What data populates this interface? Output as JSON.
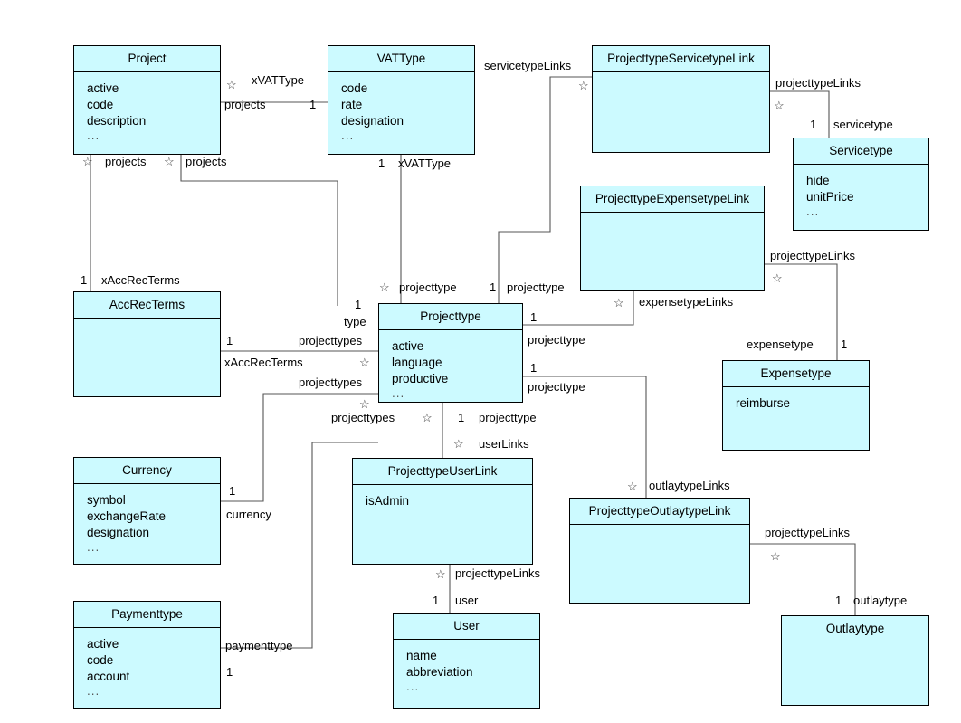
{
  "diagram": {
    "type": "uml-class-diagram",
    "colors": {
      "class_fill": "#ccfaff",
      "class_border": "#000000",
      "connector": "#555555",
      "background": "#ffffff",
      "text": "#000000"
    },
    "multiplicity_many": "☆",
    "classes": [
      {
        "id": "project",
        "name": "Project",
        "attributes": [
          "active",
          "code",
          "description",
          "..."
        ]
      },
      {
        "id": "vattype",
        "name": "VATType",
        "attributes": [
          "code",
          "rate",
          "designation",
          "..."
        ]
      },
      {
        "id": "ptsl",
        "name": "ProjecttypeServicetypeLink",
        "attributes": []
      },
      {
        "id": "servicetype",
        "name": "Servicetype",
        "attributes": [
          "hide",
          "unitPrice",
          "..."
        ]
      },
      {
        "id": "ptel",
        "name": "ProjecttypeExpensetypeLink",
        "attributes": []
      },
      {
        "id": "accrecterms",
        "name": "AccRecTerms",
        "attributes": []
      },
      {
        "id": "projecttype",
        "name": "Projecttype",
        "attributes": [
          "active",
          "language",
          "productive",
          "..."
        ]
      },
      {
        "id": "expensetype",
        "name": "Expensetype",
        "attributes": [
          "reimburse"
        ]
      },
      {
        "id": "currency",
        "name": "Currency",
        "attributes": [
          "symbol",
          "exchangeRate",
          "designation",
          "..."
        ]
      },
      {
        "id": "ptul",
        "name": "ProjecttypeUserLink",
        "attributes": [
          "isAdmin"
        ]
      },
      {
        "id": "ptol",
        "name": "ProjecttypeOutlaytypeLink",
        "attributes": []
      },
      {
        "id": "paymenttype",
        "name": "Paymenttype",
        "attributes": [
          "active",
          "code",
          "account",
          "..."
        ]
      },
      {
        "id": "user",
        "name": "User",
        "attributes": [
          "name",
          "abbreviation",
          "..."
        ]
      },
      {
        "id": "outlaytype",
        "name": "Outlaytype",
        "attributes": []
      }
    ],
    "labels": {
      "xvattype_top": "xVATType",
      "projects_vat": "projects",
      "one_vat": "1",
      "star_project_vat": "☆",
      "star_projects_a": "☆",
      "projects_a": "projects",
      "star_projects_b": "☆",
      "projects_b": "projects",
      "one_accrec": "1",
      "xaccrecterms_top": "xAccRecTerms",
      "one_vat_bottom": "1",
      "xvattype_bottom": "xVATType",
      "servicetypelinks": "servicetypeLinks",
      "star_servicetypelinks": "☆",
      "projecttypelinks_svc": "projecttypeLinks",
      "star_projecttypelinks_svc": "☆",
      "one_servicetype": "1",
      "servicetype_role": "servicetype",
      "projecttypelinks_exp": "projecttypeLinks",
      "star_projecttypelinks_exp": "☆",
      "expensetype_role": "expensetype",
      "one_expensetype": "1",
      "star_expensetypelinks": "☆",
      "expensetypelinks": "expensetypeLinks",
      "star_projecttype_vat": "☆",
      "projecttype_vat": "projecttype",
      "one_projecttype_exp": "1",
      "projecttype_exp": "projecttype",
      "one_type": "1",
      "type_role": "type",
      "one_accrec_side": "1",
      "projecttypes_a": "projecttypes",
      "xaccrecterms_side": "xAccRecTerms",
      "star_projecttypes_a": "☆",
      "projecttypes_b": "projecttypes",
      "star_projecttypes_b": "☆",
      "projecttypes_c": "projecttypes",
      "one_pt_right_1": "1",
      "projecttype_right_1": "projecttype",
      "one_pt_right_2": "1",
      "projecttype_right_2": "projecttype",
      "star_ptul": "☆",
      "one_ptul": "1",
      "projecttype_ptul": "projecttype",
      "star_userlinks": "☆",
      "userlinks": "userLinks",
      "one_currency": "1",
      "currency_role": "currency",
      "star_outlaytypelinks": "☆",
      "outlaytypelinks": "outlaytypeLinks",
      "projecttypelinks_outlay": "projecttypeLinks",
      "star_projecttypelinks_outlay": "☆",
      "one_outlaytype": "1",
      "outlaytype_role": "outlaytype",
      "star_projecttypelinks_user": "☆",
      "projecttypelinks_user": "projecttypeLinks",
      "one_user": "1",
      "user_role": "user",
      "paymenttype_role": "paymenttype",
      "one_paymenttype": "1"
    }
  }
}
